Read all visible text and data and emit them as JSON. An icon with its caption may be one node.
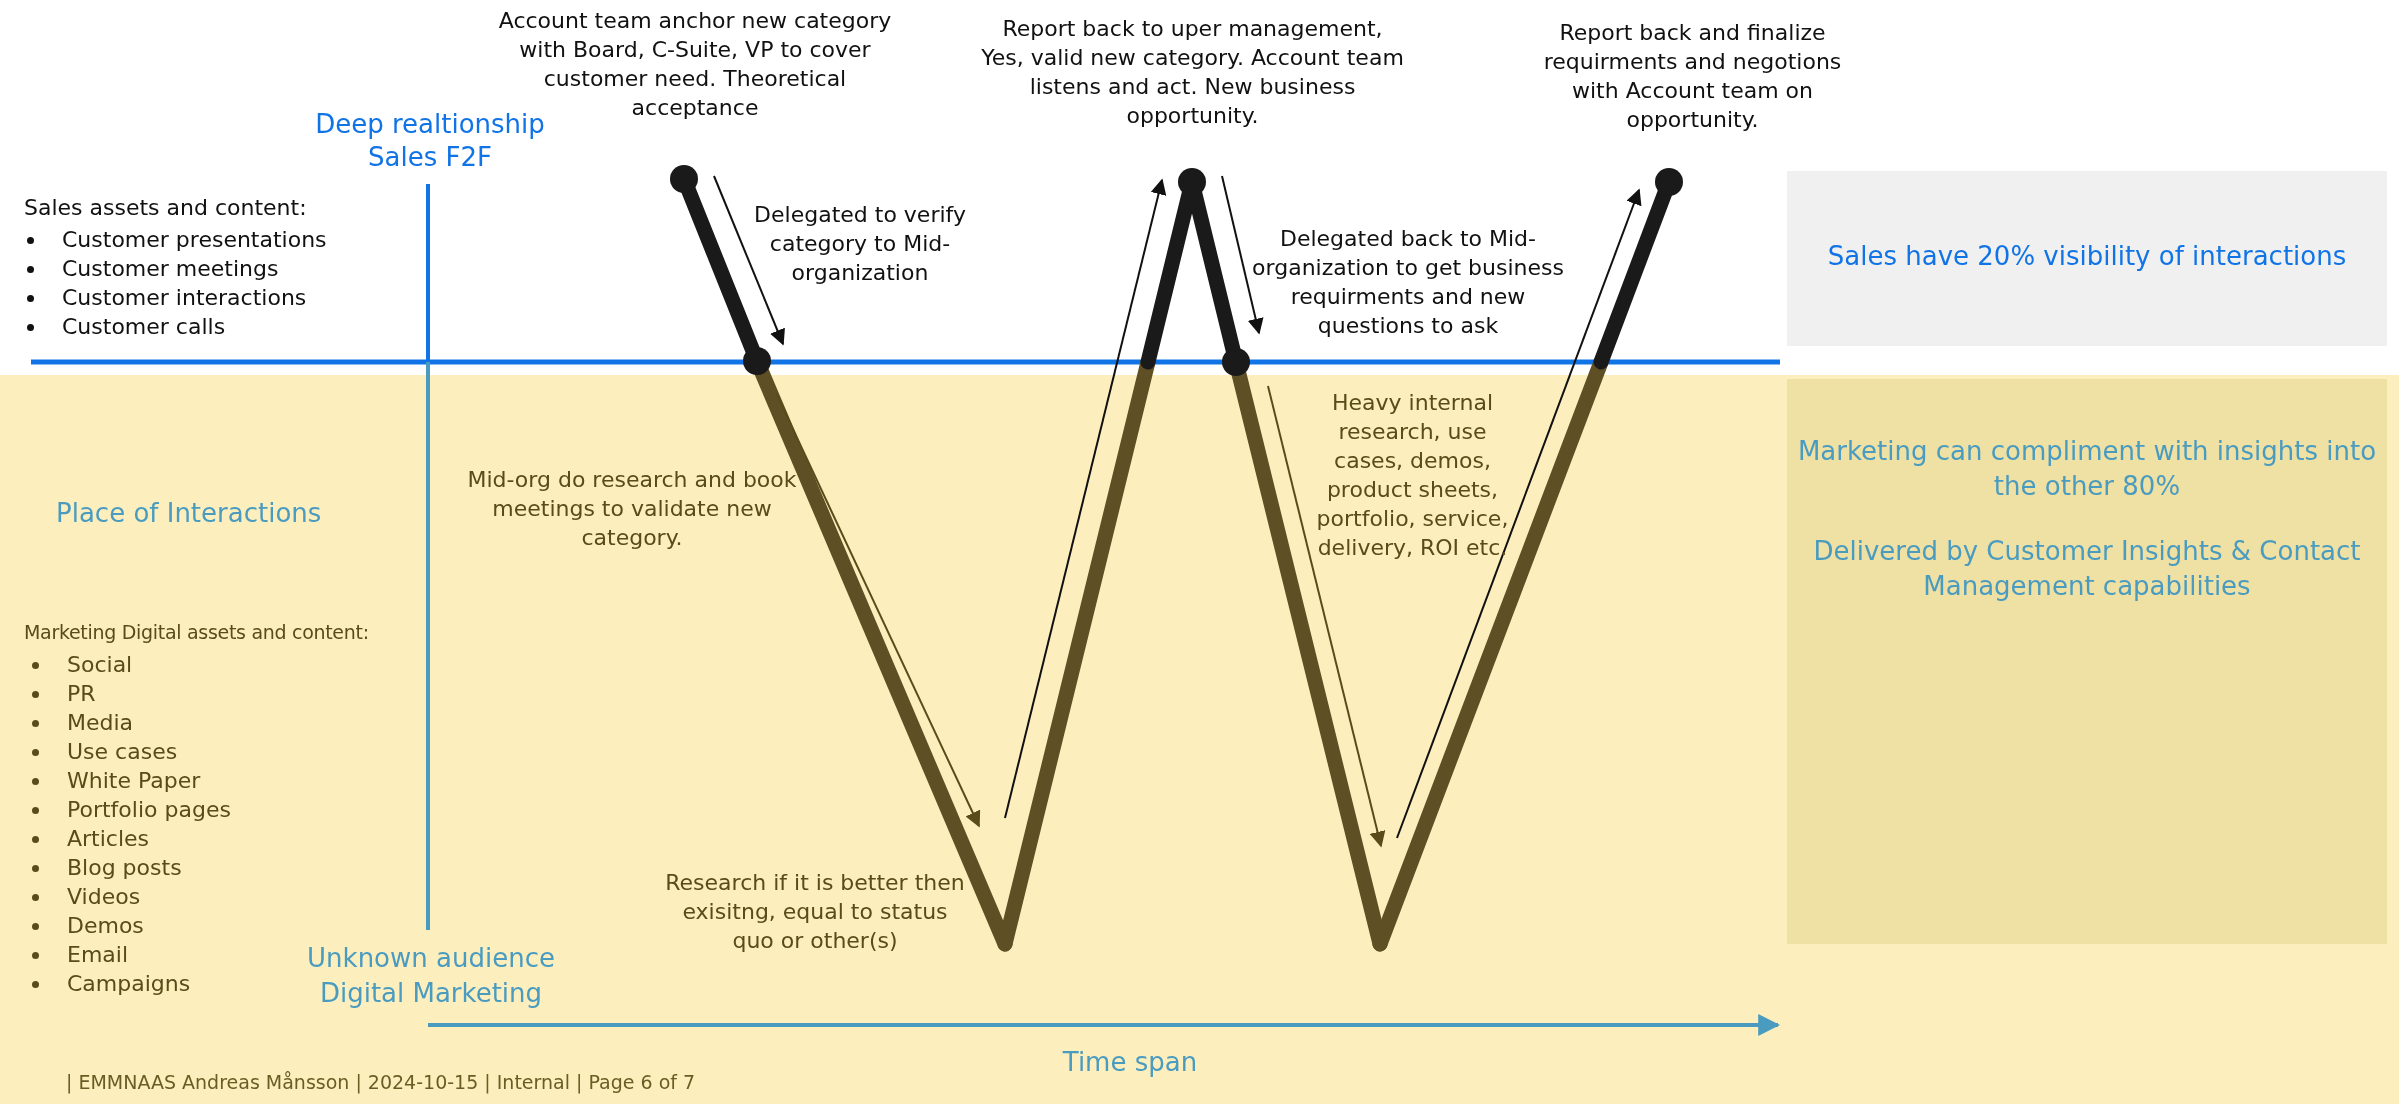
{
  "diagram": {
    "labels": [
      "Account team anchor new category with Board, C-Suite, VP to cover customer need. Theoretical acceptance",
      "Report back to uper management, Yes, valid new category. Account team listens and act. New business opportunity.",
      "Report back and finalize requirments and negotions with Account team on opportunity.",
      "Deep realtionship Sales F2F",
      "Sales assets and content:",
      "Customer presentations",
      "Customer meetings",
      "Customer interactions",
      "Customer calls",
      "Delegated to verify category to Mid-organization",
      "Delegated back to Mid-organization to get business requirments and new questions to ask",
      "Sales have 20% visibility of interactions",
      "Heavy internal research, use cases, demos, product sheets, portfolio, service, delivery, ROI etc.",
      "Place of Interactions",
      "Mid-org do research and book meetings to validate new category.",
      "Marketing can compliment with insights into the other 80%",
      "Delivered by Customer Insights & Contact Management capabilities",
      "Marketing Digital assets and content:",
      "Social",
      "PR",
      "Media",
      "Use cases",
      "White Paper",
      "Portfolio pages",
      "Articles",
      "Blog posts",
      "Videos",
      "Demos",
      "Email",
      "Campaigns",
      "Research if it is better then exisitng, equal to status quo or other(s)",
      "Unknown audience Digital Marketing",
      "Time span",
      "| EMMNAAS Andreas Månsson | 2024-10-15 | Internal | Page 6 of 7"
    ]
  }
}
